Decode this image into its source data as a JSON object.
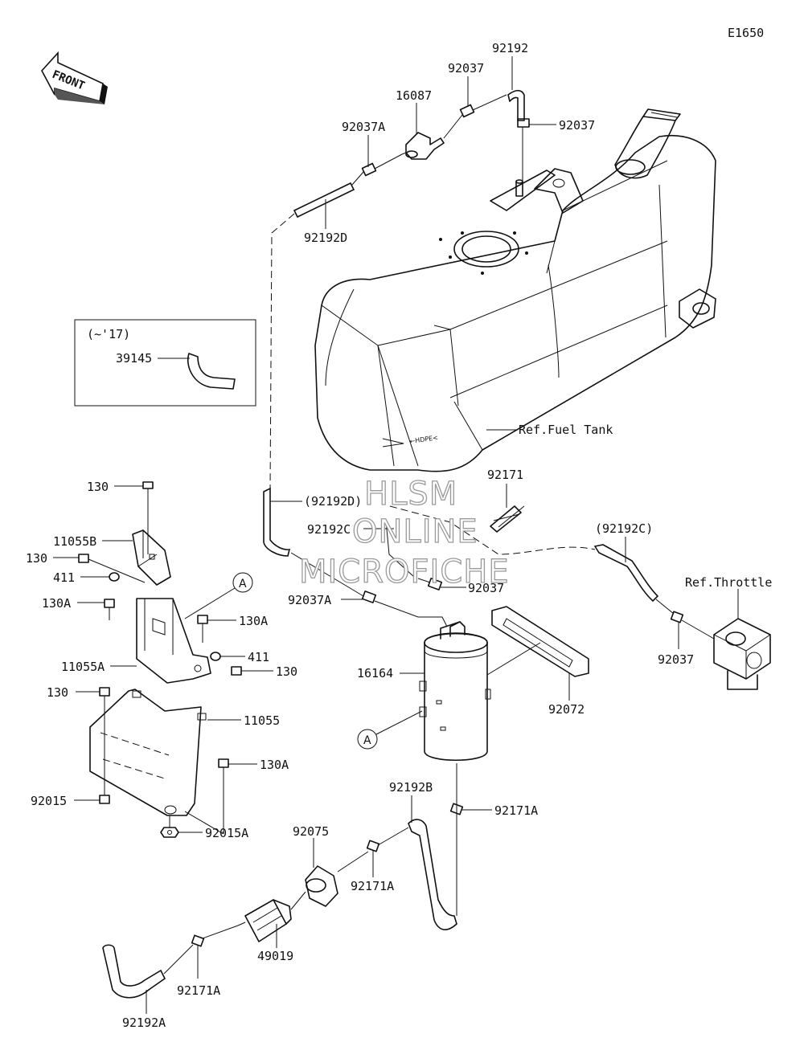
{
  "diagram_code": "E1650",
  "front_label": "FRONT",
  "inset_note": "(~'17)",
  "watermark": [
    "HLSM",
    "ONLINE",
    "MICROFICHE"
  ],
  "labels": [
    {
      "id": "l-92192",
      "text": "92192"
    },
    {
      "id": "l-92037-top",
      "text": "92037"
    },
    {
      "id": "l-16087",
      "text": "16087"
    },
    {
      "id": "l-92037a-top",
      "text": "92037A"
    },
    {
      "id": "l-92037-right",
      "text": "92037"
    },
    {
      "id": "l-92192d",
      "text": "92192D"
    },
    {
      "id": "l-39145",
      "text": "39145"
    },
    {
      "id": "l-ref-fuel-tank",
      "text": "Ref.Fuel Tank"
    },
    {
      "id": "l-92171",
      "text": "92171"
    },
    {
      "id": "l-92192d-paren",
      "text": "(92192D)"
    },
    {
      "id": "l-92192c",
      "text": "92192C"
    },
    {
      "id": "l-92192c-paren",
      "text": "(92192C)"
    },
    {
      "id": "l-ref-throttle",
      "text": "Ref.Throttle"
    },
    {
      "id": "l-130-a",
      "text": "130"
    },
    {
      "id": "l-11055b",
      "text": "11055B"
    },
    {
      "id": "l-130-b",
      "text": "130"
    },
    {
      "id": "l-411-a",
      "text": "411"
    },
    {
      "id": "l-130a-a",
      "text": "130A"
    },
    {
      "id": "l-130a-b",
      "text": "130A"
    },
    {
      "id": "l-411-b",
      "text": "411"
    },
    {
      "id": "l-130-c",
      "text": "130"
    },
    {
      "id": "l-11055a",
      "text": "11055A"
    },
    {
      "id": "l-92037a-mid",
      "text": "92037A"
    },
    {
      "id": "l-92037-mid",
      "text": "92037"
    },
    {
      "id": "l-16164",
      "text": "16164"
    },
    {
      "id": "l-92072",
      "text": "92072"
    },
    {
      "id": "l-92037-throttle",
      "text": "92037"
    },
    {
      "id": "l-130-d",
      "text": "130"
    },
    {
      "id": "l-11055",
      "text": "11055"
    },
    {
      "id": "l-130a-c",
      "text": "130A"
    },
    {
      "id": "l-92015",
      "text": "92015"
    },
    {
      "id": "l-92015a",
      "text": "92015A"
    },
    {
      "id": "l-92192b",
      "text": "92192B"
    },
    {
      "id": "l-92171a-a",
      "text": "92171A"
    },
    {
      "id": "l-92075",
      "text": "92075"
    },
    {
      "id": "l-92171a-b",
      "text": "92171A"
    },
    {
      "id": "l-49019",
      "text": "49019"
    },
    {
      "id": "l-92171a-c",
      "text": "92171A"
    },
    {
      "id": "l-92192a",
      "text": "92192A"
    }
  ],
  "callouts": [
    "A",
    "A"
  ]
}
